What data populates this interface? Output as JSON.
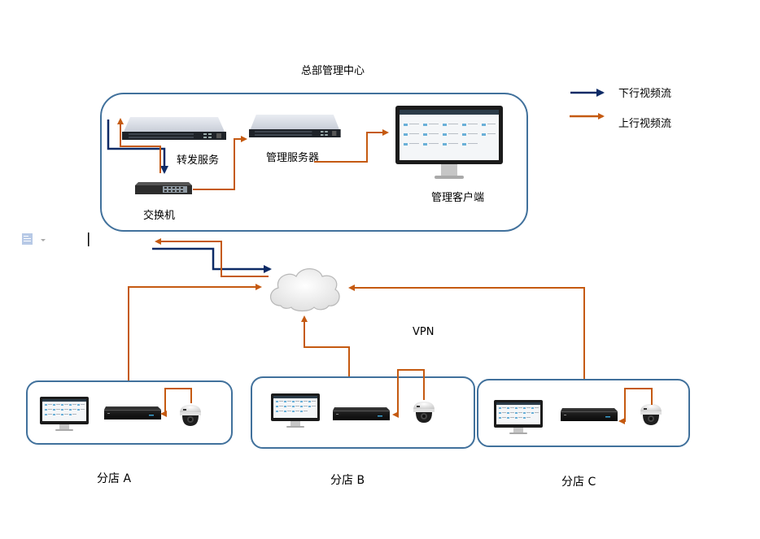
{
  "title": "总部管理中心",
  "legend": {
    "downstream": {
      "label": "下行视频流",
      "color": "#0d2a66"
    },
    "upstream": {
      "label": "上行视频流",
      "color": "#c55a11"
    }
  },
  "headquarters": {
    "forward_server": "转发服务",
    "switch": "交换机",
    "management_server": "管理服务器",
    "management_client": "管理客户端"
  },
  "network": {
    "label": "VPN"
  },
  "branches": [
    {
      "label": "分店 A"
    },
    {
      "label": "分店 B"
    },
    {
      "label": "分店 C"
    }
  ],
  "colors": {
    "box_border": "#41719c",
    "downstream": "#0d2a66",
    "upstream": "#c55a11"
  }
}
